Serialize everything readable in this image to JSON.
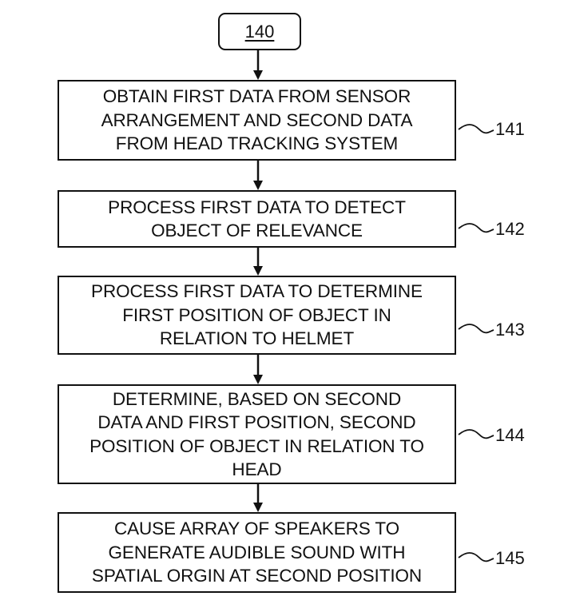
{
  "diagram": {
    "start": {
      "label": "140"
    },
    "steps": [
      {
        "ref": "141",
        "text": "OBTAIN FIRST DATA FROM SENSOR\nARRANGEMENT AND SECOND DATA\nFROM HEAD TRACKING SYSTEM"
      },
      {
        "ref": "142",
        "text": "PROCESS FIRST DATA TO DETECT\nOBJECT OF RELEVANCE"
      },
      {
        "ref": "143",
        "text": "PROCESS FIRST DATA TO DETERMINE\nFIRST POSITION OF OBJECT IN\nRELATION TO HELMET"
      },
      {
        "ref": "144",
        "text": "DETERMINE, BASED ON SECOND\nDATA AND FIRST POSITION, SECOND\nPOSITION OF OBJECT IN RELATION TO\nHEAD"
      },
      {
        "ref": "145",
        "text": "CAUSE ARRAY OF SPEAKERS TO\nGENERATE AUDIBLE SOUND WITH\nSPATIAL ORGIN AT SECOND POSITION"
      }
    ],
    "colors": {
      "line": "#111111",
      "background": "#ffffff"
    }
  }
}
